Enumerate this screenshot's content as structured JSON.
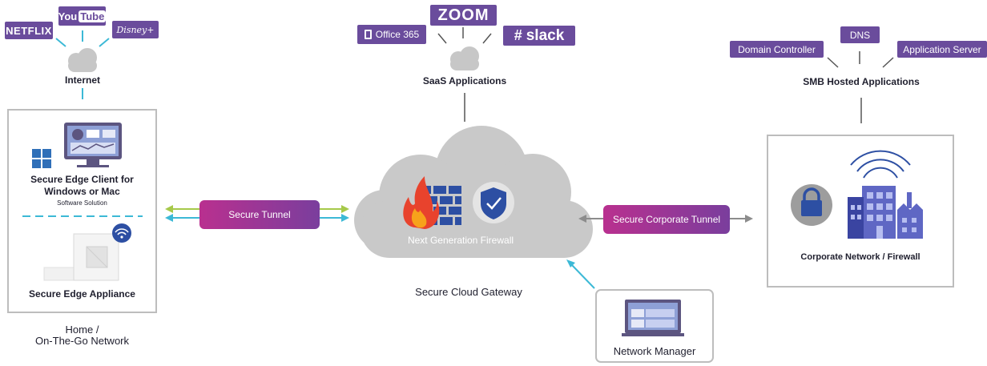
{
  "internet": {
    "logos": [
      "NETFLIX",
      "You",
      "Tube",
      "Disney+"
    ],
    "label": "Internet"
  },
  "saas": {
    "logos": [
      "ZOOM",
      "Office 365",
      "slack"
    ],
    "label": "SaaS Applications"
  },
  "smb": {
    "tags": [
      "Domain Controller",
      "DNS",
      "Application Server"
    ],
    "label": "SMB Hosted Applications"
  },
  "home": {
    "client_label_1": "Secure Edge Client for",
    "client_label_2": "Windows or Mac",
    "client_sub": "Software Solution",
    "appliance_label": "Secure Edge Appliance",
    "network_label_1": "Home /",
    "network_label_2": "On-The-Go Network"
  },
  "tunnels": {
    "left": "Secure Tunnel",
    "right": "Secure Corporate Tunnel"
  },
  "gateway": {
    "firewall_label": "Next Generation Firewall",
    "label": "Secure Cloud Gateway"
  },
  "corporate": {
    "label": "Corporate Network / Firewall"
  },
  "manager": {
    "label": "Network Manager"
  },
  "colors": {
    "purple": "#6a4c9c",
    "teal": "#3cb9d6",
    "green": "#a6c94a",
    "gray": "#bfbfbf",
    "tunnel_start": "#b9308f",
    "tunnel_end": "#7a3e9d"
  }
}
